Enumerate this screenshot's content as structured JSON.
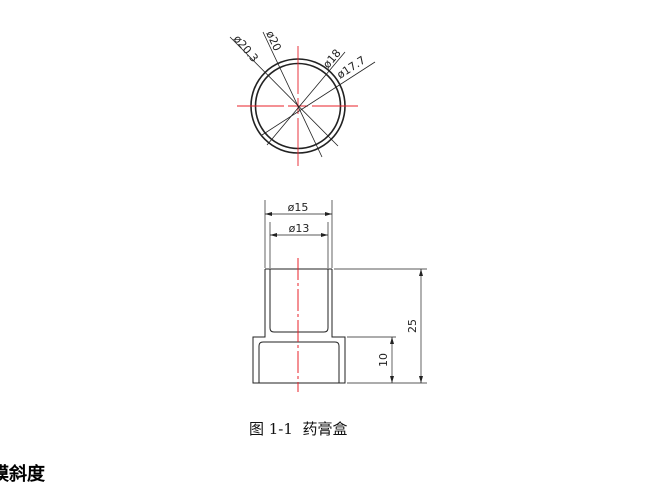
{
  "figure": {
    "top_view": {
      "dims": [
        "ø20.3",
        "ø20",
        "ø18",
        "ø17.7"
      ]
    },
    "front_view": {
      "dims": {
        "outer_width": "ø15",
        "inner_width": "ø13",
        "total_height": "25",
        "base_height": "10"
      }
    },
    "caption": "图 1-1  药膏盒",
    "colors": {
      "lines": "#222222",
      "centerline": "#e8202a"
    }
  },
  "next_heading": "拔模斜度"
}
